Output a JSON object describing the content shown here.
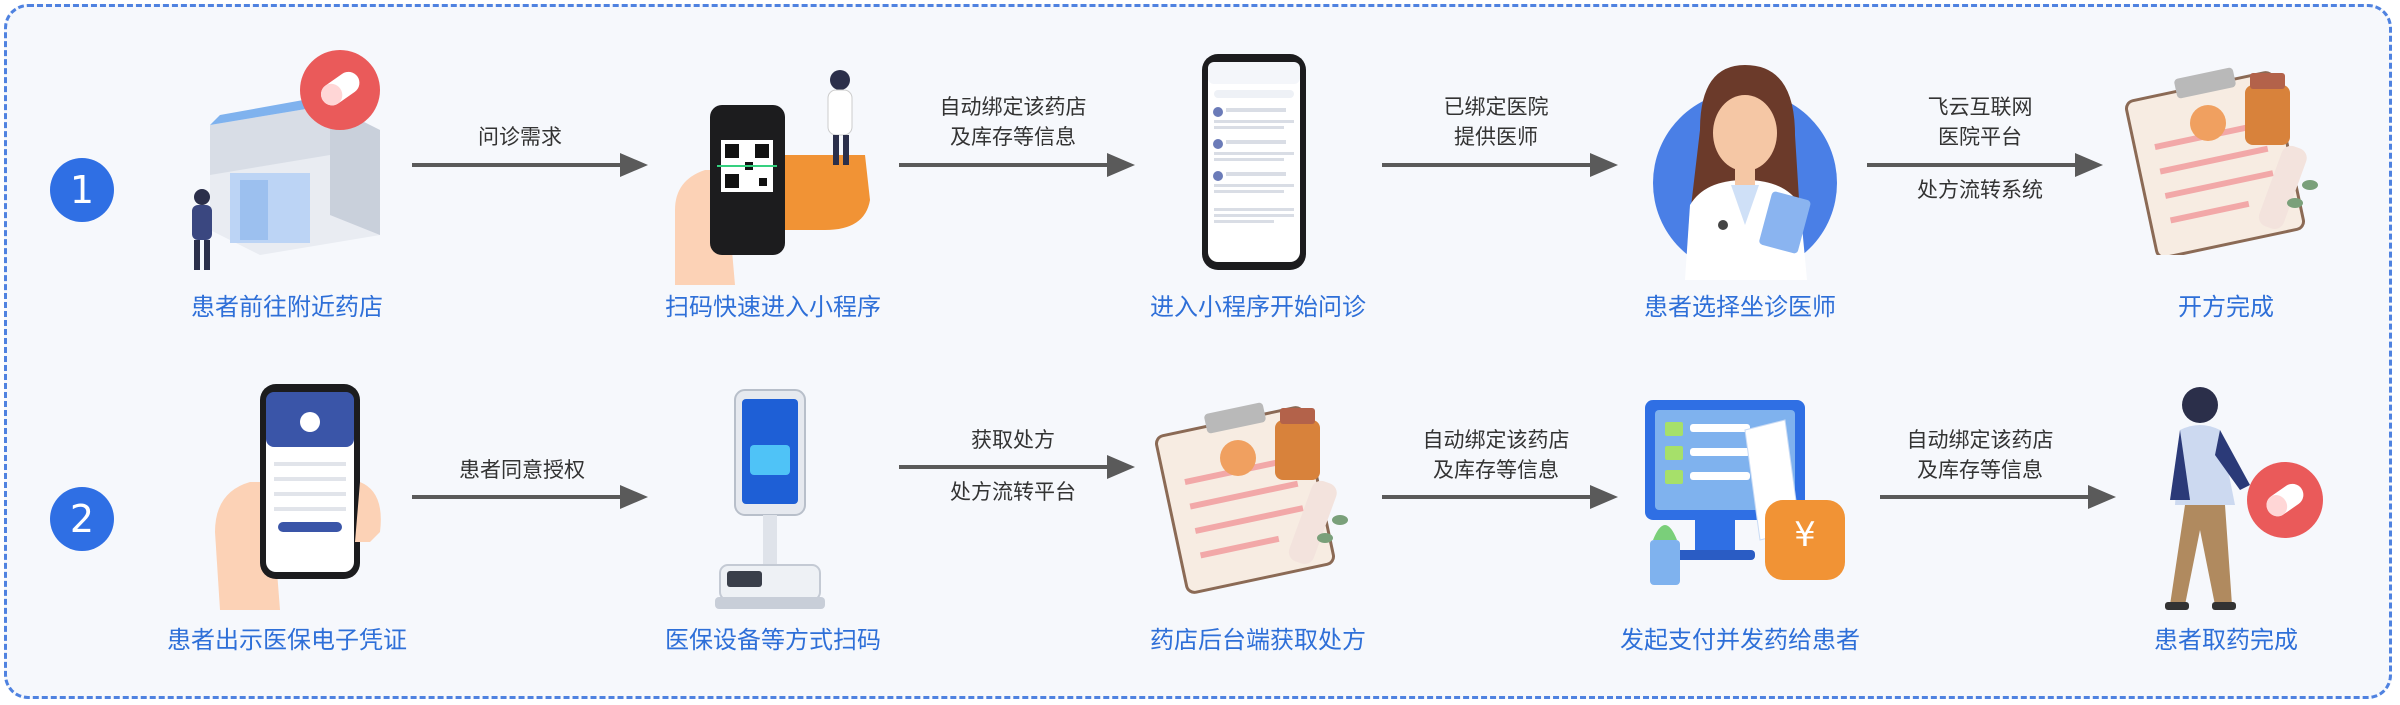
{
  "row1": {
    "number": "1",
    "steps": [
      {
        "label": "患者前往附近药店",
        "icon": "pharmacy-building-icon"
      },
      {
        "label": "扫码快速进入小程序",
        "icon": "scan-qr-phone-icon"
      },
      {
        "label": "进入小程序开始问诊",
        "icon": "mini-program-phone-icon"
      },
      {
        "label": "患者选择坐诊医师",
        "icon": "doctor-icon"
      },
      {
        "label": "开方完成",
        "icon": "prescription-icon"
      }
    ],
    "arrows": [
      {
        "top": "问诊需求",
        "bottom": ""
      },
      {
        "top": "自动绑定该药店",
        "bottom": "及库存等信息"
      },
      {
        "top": "已绑定医院",
        "bottom": "提供医师"
      },
      {
        "top": "飞云互联网",
        "top2": "医院平台",
        "bottom": "处方流转系统"
      }
    ]
  },
  "row2": {
    "number": "2",
    "steps": [
      {
        "label": "患者出示医保电子凭证",
        "icon": "insurance-phone-icon"
      },
      {
        "label": "医保设备等方式扫码",
        "icon": "scanner-kiosk-icon"
      },
      {
        "label": "药店后台端获取处方",
        "icon": "prescription-icon"
      },
      {
        "label": "发起支付并发药给患者",
        "icon": "payment-icon"
      },
      {
        "label": "患者取药完成",
        "icon": "patient-pill-icon"
      }
    ],
    "arrows": [
      {
        "top": "患者同意授权",
        "bottom": ""
      },
      {
        "top": "获取处方",
        "bottom": "处方流转平台"
      },
      {
        "top": "自动绑定该药店",
        "bottom": "及库存等信息"
      },
      {
        "top": "自动绑定该药店",
        "bottom": "及库存等信息"
      }
    ]
  },
  "screens": {
    "phone1_title": "健康问诊服务",
    "phone2_title": "医保电子凭证",
    "yen": "¥"
  },
  "colors": {
    "accent": "#2f6fe4",
    "caption": "#2e6fd8",
    "arrow": "#5a5a5a",
    "red": "#ea5a5a",
    "orange": "#f19335"
  }
}
